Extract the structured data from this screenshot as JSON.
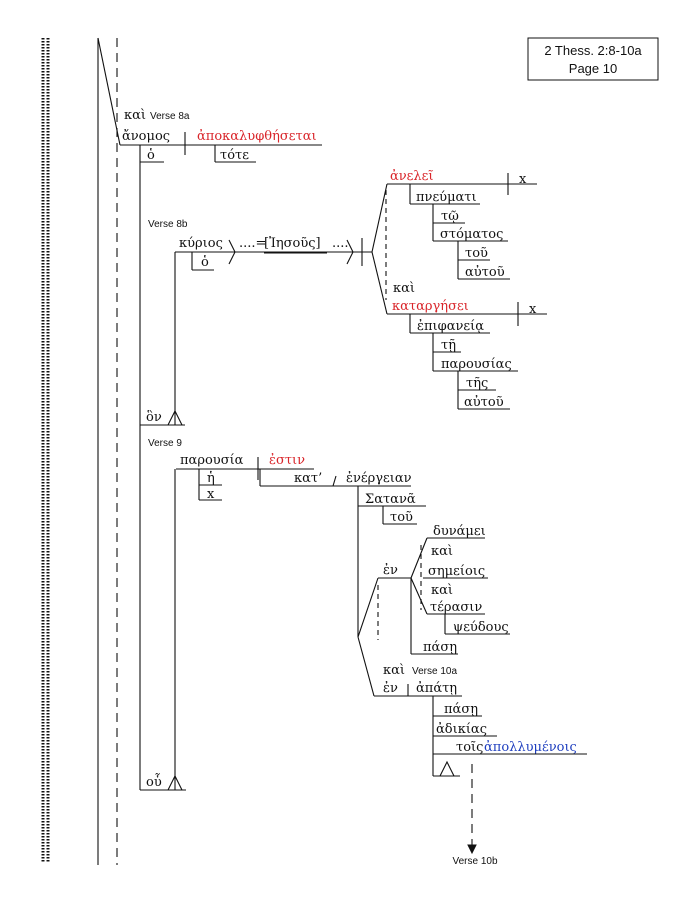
{
  "header": {
    "line1": "2 Thess. 2:8-10a",
    "line2": "Page 10"
  },
  "colors": {
    "verb": "#d9252a",
    "participle": "#1f3fbf",
    "text": "#111111"
  },
  "labels": {
    "v8a": "Verse 8a",
    "v8b": "Verse 8b",
    "v9": "Verse 9",
    "v10a": "Verse 10a",
    "v10b": "Verse 10b",
    "x1": "x",
    "x2": "x",
    "x3": "x"
  },
  "words": {
    "kai1": "καὶ",
    "anomos": "ἄνομος",
    "apokalyphthesetai": "ἀποκαλυφθήσεται",
    "ho1": "ὁ",
    "tote": "τότε",
    "kyrios": "κύριος",
    "eq": "....=",
    "iesous": "[Ἰησοῦς]",
    "dots": "....",
    "ho2": "ὁ",
    "anelei": "ἀνελεῖ",
    "pneumati": "πνεύματι",
    "to": "τῷ",
    "stomatos": "στόματος",
    "tou1": "τοῦ",
    "autou1": "αὐτοῦ",
    "kai2": "καὶ",
    "katargesei": "καταργήσει",
    "epiphaneia": "ἐπιφανείᾳ",
    "te": "τῇ",
    "parousias": "παρουσίας",
    "tes": "τῆς",
    "autou2": "αὐτοῦ",
    "hon": "ὃν",
    "parousia": "παρουσία",
    "estin": "ἐστιν",
    "he": "ἡ",
    "kat": "κατ’",
    "energeian": "ἐνέργειαν",
    "satana": "Σατανᾶ",
    "tou2": "τοῦ",
    "en1": "ἐν",
    "dynamei": "δυνάμει",
    "kai3": "καὶ",
    "semeiois": "σημείοις",
    "kai4": "καὶ",
    "terasin": "τέρασιν",
    "pseudous": "ψεύδους",
    "pase1": "πάσῃ",
    "kai5": "καὶ",
    "en2": "ἐν",
    "apate": "ἀπάτῃ",
    "pase2": "πάσῃ",
    "adikias": "ἀδικίας",
    "tois": "τοῖς",
    "apollymenois": "ἀπολλυμένοις",
    "hou": "οὗ"
  }
}
